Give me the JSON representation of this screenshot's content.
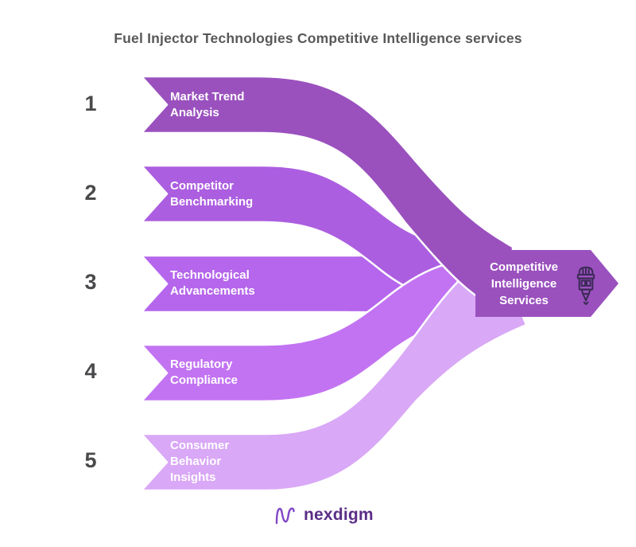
{
  "title": "Fuel Injector Technologies Competitive Intelligence services",
  "steps": [
    {
      "number": "1",
      "label": "Market Trend Analysis",
      "color": "#9a51be"
    },
    {
      "number": "2",
      "label": "Competitor Benchmarking",
      "color": "#ac5ee0"
    },
    {
      "number": "3",
      "label": "Technological Advancements",
      "color": "#b566ec"
    },
    {
      "number": "4",
      "label": "Regulatory Compliance",
      "color": "#c273f2"
    },
    {
      "number": "5",
      "label": "Consumer Behavior Insights",
      "color": "#d9a8f6"
    }
  ],
  "result": {
    "label": "Competitive Intelligence Services",
    "color": "#9a51be",
    "icon": "fuel-injector",
    "icon_color": "#3b2a56"
  },
  "brand": {
    "name": "nexdigm",
    "text_color": "#5b2d87",
    "mark_color": "#8247c5"
  },
  "text_colors": {
    "title": "#58585a",
    "step_number": "#4a4a4c",
    "band_label": "#ffffff"
  }
}
